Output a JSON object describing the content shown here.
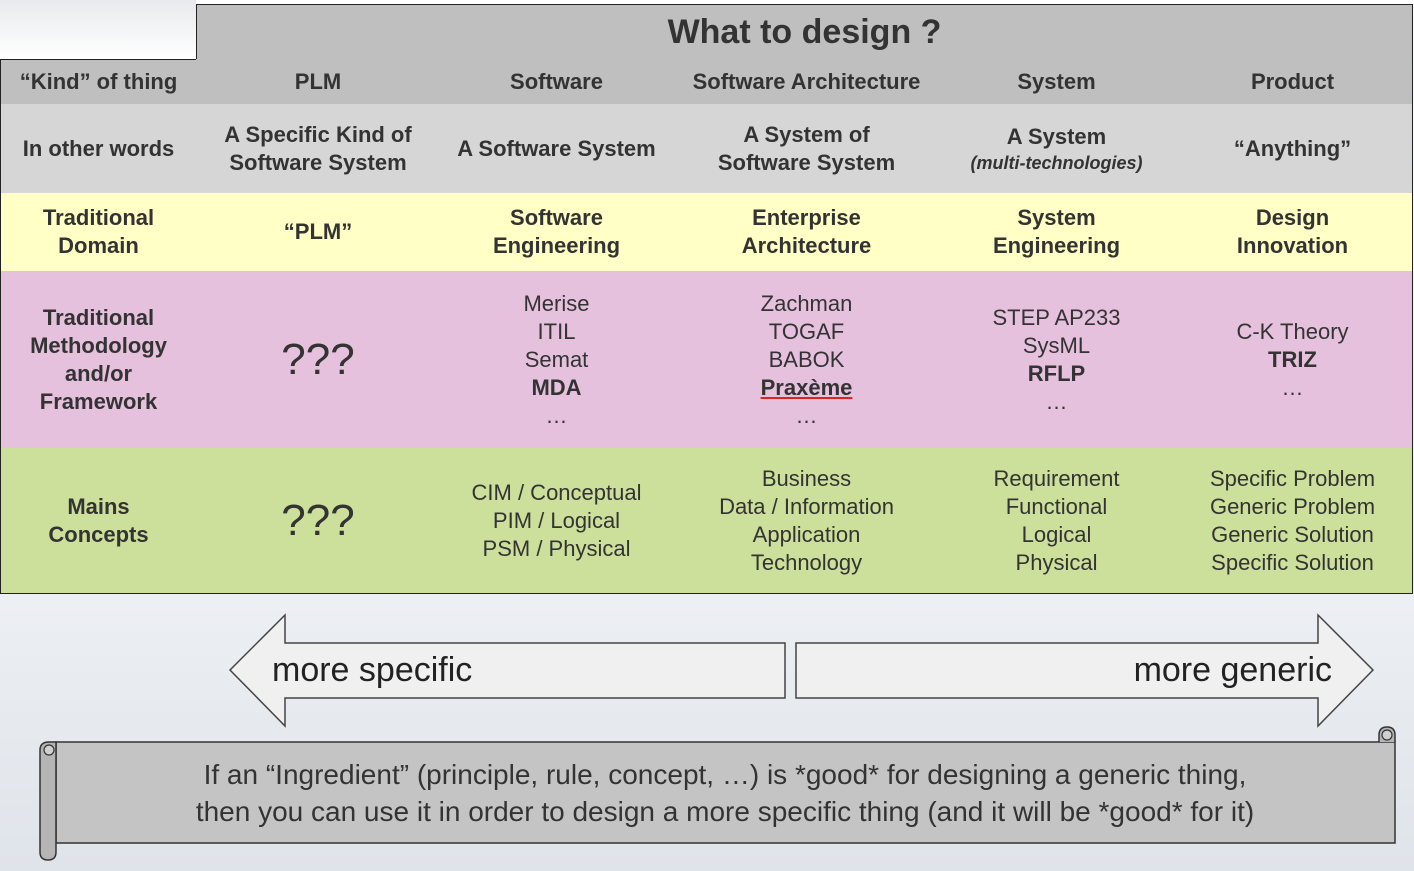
{
  "title": "What to design ?",
  "row_labels": {
    "kind": "“Kind” of thing",
    "other_words": "In other words",
    "domain": [
      "Traditional",
      "Domain"
    ],
    "methodology": [
      "Traditional",
      "Methodology",
      "and/or",
      "Framework"
    ],
    "concepts": [
      "Mains",
      "Concepts"
    ]
  },
  "columns": [
    {
      "kind": "PLM",
      "other_words": [
        "A Specific Kind of",
        "Software System"
      ],
      "domain": [
        "“PLM”"
      ],
      "methodology": [
        {
          "text": "???",
          "style": "big"
        }
      ],
      "concepts": [
        {
          "text": "???",
          "style": "big"
        }
      ]
    },
    {
      "kind": "Software",
      "other_words": [
        "A Software System"
      ],
      "domain": [
        "Software",
        "Engineering"
      ],
      "methodology": [
        {
          "text": "Merise"
        },
        {
          "text": "ITIL"
        },
        {
          "text": "Semat"
        },
        {
          "text": "MDA",
          "style": "bold"
        },
        {
          "text": "…"
        }
      ],
      "concepts": [
        {
          "text": "CIM / Conceptual"
        },
        {
          "text": "PIM / Logical"
        },
        {
          "text": "PSM / Physical"
        }
      ]
    },
    {
      "kind": "Software Architecture",
      "other_words": [
        "A System of",
        "Software System"
      ],
      "domain": [
        "Enterprise",
        "Architecture"
      ],
      "methodology": [
        {
          "text": "Zachman"
        },
        {
          "text": "TOGAF"
        },
        {
          "text": "BABOK"
        },
        {
          "text": "Praxème",
          "style": "bold-under"
        },
        {
          "text": "…"
        }
      ],
      "concepts": [
        {
          "text": "Business"
        },
        {
          "text": "Data / Information"
        },
        {
          "text": "Application"
        },
        {
          "text": "Technology"
        }
      ]
    },
    {
      "kind": "System",
      "other_words": [
        "A System",
        "(multi-technologies)"
      ],
      "domain": [
        "System",
        "Engineering"
      ],
      "methodology": [
        {
          "text": "STEP AP233"
        },
        {
          "text": "SysML"
        },
        {
          "text": "RFLP",
          "style": "bold"
        },
        {
          "text": "…"
        }
      ],
      "concepts": [
        {
          "text": "Requirement"
        },
        {
          "text": "Functional"
        },
        {
          "text": "Logical"
        },
        {
          "text": "Physical"
        }
      ]
    },
    {
      "kind": "Product",
      "other_words": [
        "“Anything”"
      ],
      "domain": [
        "Design",
        "Innovation"
      ],
      "methodology": [
        {
          "text": "C-K Theory"
        },
        {
          "text": "TRIZ",
          "style": "bold"
        },
        {
          "text": "…"
        }
      ],
      "concepts": [
        {
          "text": "Specific Problem"
        },
        {
          "text": "Generic Problem"
        },
        {
          "text": "Generic Solution"
        },
        {
          "text": "Specific Solution"
        }
      ]
    }
  ],
  "arrows": {
    "left_label": "more specific",
    "right_label": "more generic"
  },
  "scroll": {
    "line1": "If an “Ingredient” (principle, rule, concept, …) is *good* for designing a generic thing,",
    "line2": "then you can use it in order to design a more specific thing (and it will be *good* for it)"
  }
}
